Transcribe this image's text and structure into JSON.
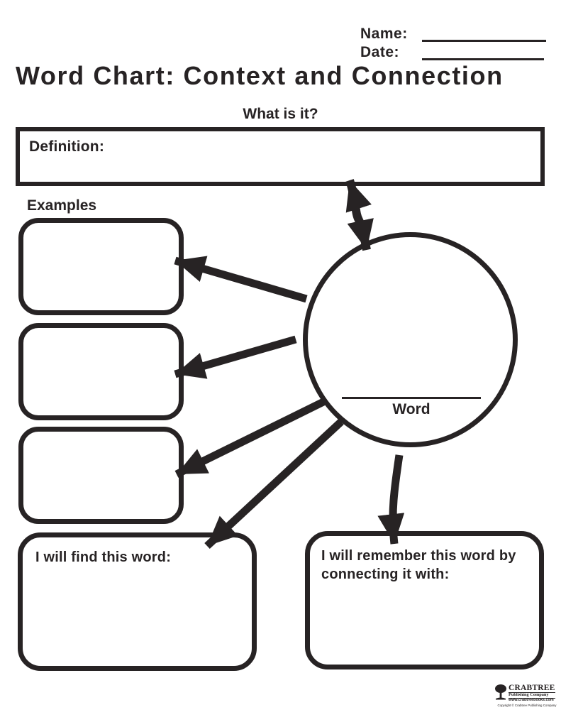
{
  "header": {
    "name_label": "Name:",
    "date_label": "Date:"
  },
  "title": "Word Chart: Context and Connection",
  "sections": {
    "what_is_it_heading": "What is it?",
    "definition_label": "Definition:",
    "examples_label": "Examples",
    "word_label": "Word",
    "find_box_label": "I will find this word:",
    "remember_box_label": "I will remember this word by connecting it with:"
  },
  "footer_logo": {
    "publisher": "CRABTREE",
    "publisher_subtitle": "Publishing Company",
    "website": "www.crabtreebooks.com",
    "copyright": "Copyright © Crabtree Publishing Company"
  },
  "colors": {
    "ink": "#272324",
    "paper": "#ffffff"
  }
}
